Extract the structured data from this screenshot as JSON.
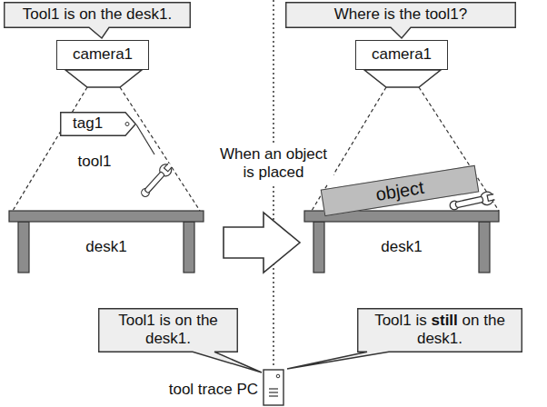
{
  "diagram": {
    "nodes": [
      {
        "text": [
          "Tool1 is on the desk1."
        ]
      },
      {
        "text": [
          "Where is the tool1?"
        ]
      },
      {
        "text": [
          "camera1"
        ]
      },
      {
        "text": [
          "camera1"
        ]
      },
      {
        "text": [
          "tag1"
        ]
      },
      {
        "text": [
          "object"
        ]
      },
      {
        "text": [
          "Tool1 is on the desk1."
        ]
      },
      {
        "text": [
          "Tool1 is still on the desk1."
        ]
      }
    ],
    "labels": [
      "tool1",
      "desk1",
      "desk1",
      "When an object is placed",
      "tool trace PC"
    ]
  }
}
